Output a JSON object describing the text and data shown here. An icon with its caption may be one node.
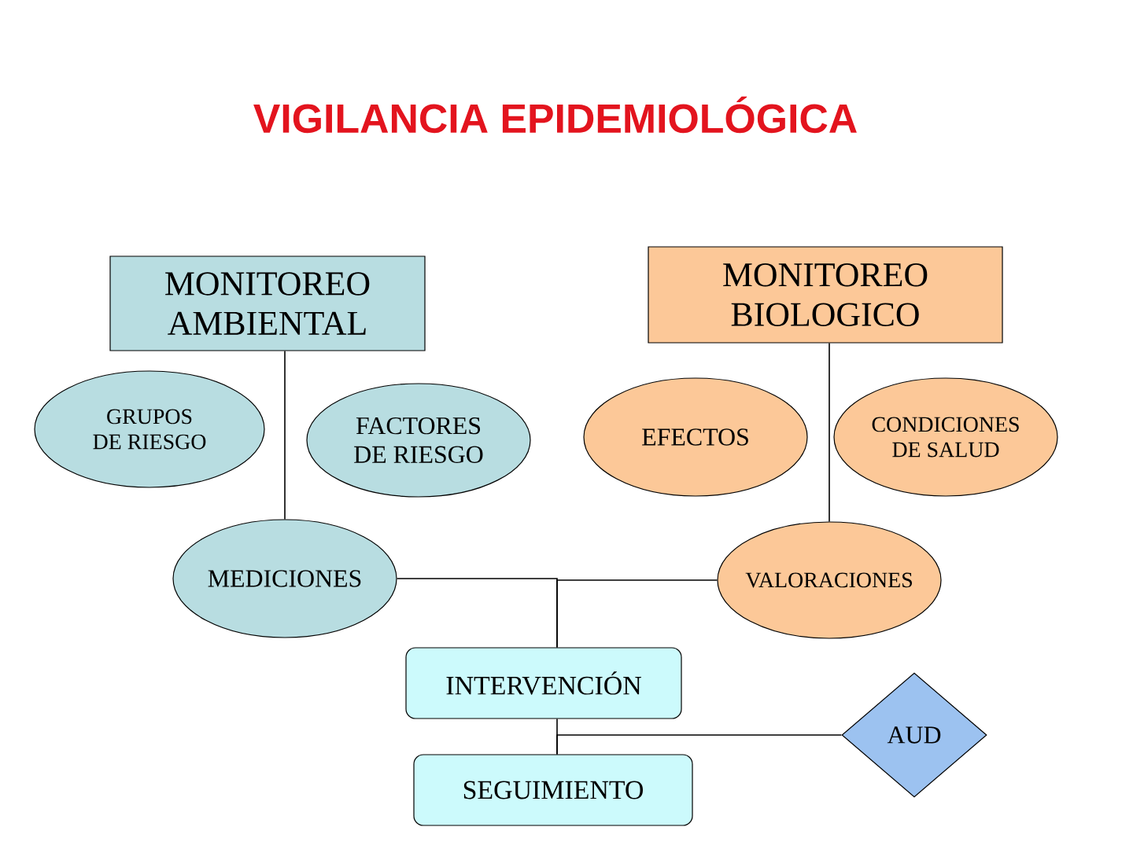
{
  "diagram": {
    "title": "VIGILANCIA EPIDEMIOLÓGICA",
    "nodes": [
      {
        "text": [
          "MONITOREO AMBIENTAL"
        ]
      },
      {
        "text": [
          "MONITOREO BIOLOGICO"
        ]
      },
      {
        "text": [
          "GRUPOS DE RIESGO"
        ]
      },
      {
        "text": [
          "FACTORES DE RIESGO"
        ]
      },
      {
        "text": [
          "EFECTOS"
        ]
      },
      {
        "text": [
          "CONDICIONES DE SALUD"
        ]
      },
      {
        "text": [
          "MEDICIONES"
        ]
      },
      {
        "text": [
          "VALORACIONES"
        ]
      },
      {
        "text": [
          "INTERVENCIÓN"
        ]
      },
      {
        "text": [
          "SEGUIMIENTO"
        ]
      },
      {
        "text": [
          "AUD"
        ]
      }
    ],
    "edges": [
      {
        "from": 0,
        "to": 6,
        "arrow": "none"
      },
      {
        "from": 1,
        "to": 7,
        "arrow": "none"
      },
      {
        "from": 6,
        "to": 8,
        "arrow": "none"
      },
      {
        "from": 7,
        "to": 8,
        "arrow": "none"
      },
      {
        "from": 8,
        "to": 9,
        "arrow": "none"
      },
      {
        "from": 10,
        "to": 9,
        "arrow": "none"
      }
    ]
  }
}
